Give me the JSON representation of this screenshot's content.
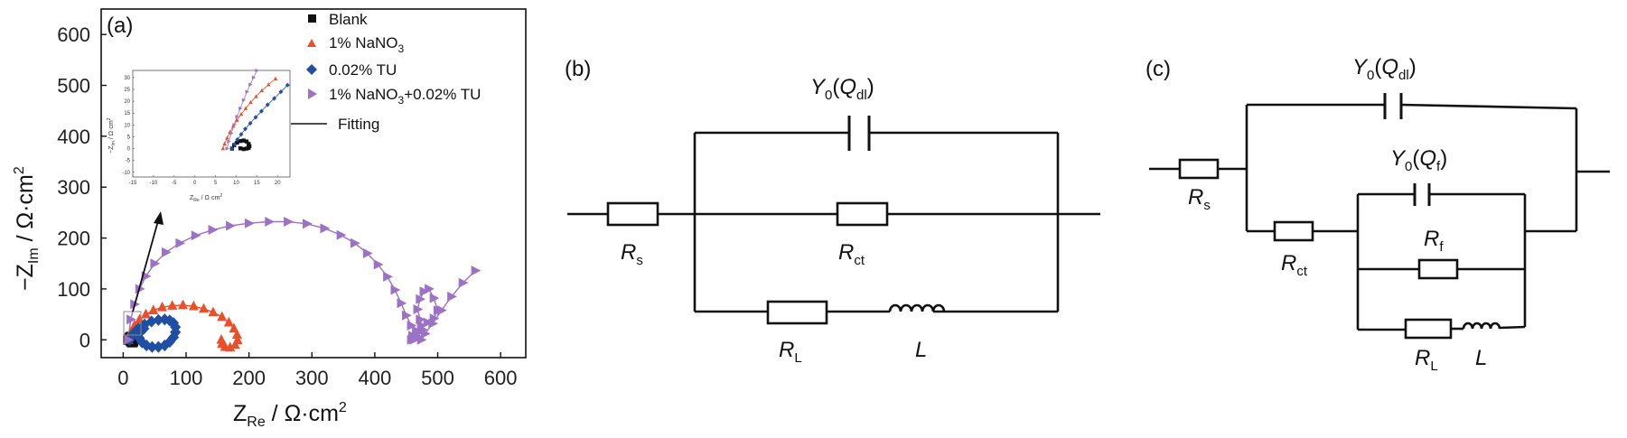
{
  "chart_data": {
    "type": "scatter",
    "panel_label": "(a)",
    "xlabel": "Z",
    "xlabel_sub": "Re",
    "xlabel_units": " / Ω·cm",
    "xlabel_sup": "2",
    "ylabel": "−Z",
    "ylabel_sub": "Im",
    "ylabel_units": " / Ω·cm",
    "ylabel_sup": "2",
    "xlim": [
      -35,
      640
    ],
    "ylim": [
      -35,
      650
    ],
    "xticks": [
      0,
      100,
      200,
      300,
      400,
      500,
      600
    ],
    "yticks": [
      0,
      100,
      200,
      300,
      400,
      500,
      600
    ],
    "legend_position": "top-right",
    "fit_label": "Fitting",
    "series": [
      {
        "name": "Blank",
        "marker": "square",
        "color": "#111111",
        "x": [
          8,
          10,
          12,
          14,
          15,
          16,
          16,
          15,
          14,
          12
        ],
        "y": [
          0,
          4,
          6,
          5,
          3,
          0,
          -3,
          -5,
          -5,
          -3
        ]
      },
      {
        "name_prefix": "1% NaNO",
        "name_sub": "3",
        "marker": "triangle",
        "color": "#e8502a",
        "x": [
          8,
          12,
          18,
          26,
          36,
          48,
          62,
          78,
          95,
          112,
          128,
          143,
          157,
          168,
          176,
          181,
          182,
          178,
          170,
          162,
          157,
          156
        ],
        "y": [
          0,
          14,
          28,
          40,
          50,
          58,
          64,
          67,
          68,
          66,
          61,
          54,
          45,
          34,
          22,
          10,
          -1,
          -10,
          -15,
          -14,
          -8,
          0
        ]
      },
      {
        "name": "0.02% TU",
        "marker": "diamond",
        "color": "#1f4ea3",
        "x": [
          10,
          16,
          24,
          34,
          45,
          56,
          66,
          74,
          80,
          83,
          83,
          80,
          74,
          66,
          56,
          46,
          37,
          30,
          26,
          24,
          27,
          33
        ],
        "y": [
          0,
          12,
          22,
          30,
          36,
          39,
          40,
          38,
          33,
          25,
          15,
          5,
          -4,
          -11,
          -14,
          -14,
          -11,
          -5,
          3,
          11,
          18,
          22
        ]
      },
      {
        "name_prefix": "1% NaNO",
        "name_sub": "3",
        "name_suffix": "+0.02% TU",
        "marker": "triangle-right",
        "color": "#9b72c4",
        "x": [
          8,
          12,
          18,
          26,
          36,
          50,
          68,
          90,
          115,
          142,
          170,
          200,
          232,
          262,
          292,
          320,
          346,
          368,
          388,
          405,
          420,
          432,
          442,
          450,
          458,
          466,
          474,
          476,
          472,
          468,
          472,
          478,
          486,
          494,
          500,
          494,
          484,
          474,
          466,
          460,
          458,
          462,
          470,
          480,
          492,
          506,
          522,
          540,
          560
        ],
        "y": [
          0,
          40,
          70,
          100,
          125,
          150,
          172,
          190,
          205,
          216,
          224,
          229,
          232,
          232,
          228,
          219,
          206,
          190,
          170,
          148,
          124,
          98,
          72,
          48,
          28,
          12,
          0,
          20,
          40,
          60,
          80,
          95,
          100,
          82,
          58,
          42,
          34,
          28,
          18,
          8,
          0,
          0,
          5,
          12,
          32,
          58,
          85,
          112,
          136
        ]
      }
    ],
    "inset": {
      "xlabel": "Z",
      "xlabel_sub": "Re",
      "xlabel_units": " / Ω·cm",
      "xlabel_sup": "2",
      "ylabel": "−Z",
      "ylabel_sub": "Im",
      "ylabel_units": " / Ω·cm",
      "ylabel_sup": "2",
      "xlim": [
        -15,
        23
      ],
      "ylim": [
        -12,
        33
      ],
      "xticks": [
        -15,
        -10,
        -5,
        0,
        5,
        10,
        15,
        20
      ],
      "yticks": [
        -10,
        -5,
        0,
        5,
        10,
        15,
        20,
        25,
        30
      ],
      "series": [
        {
          "marker": "square",
          "color": "#111111",
          "x": [
            9.0,
            9.5,
            10.2,
            11.0,
            11.8,
            12.5,
            13.0,
            13.2,
            13.0,
            12.5,
            11.8,
            11.0
          ],
          "y": [
            0,
            1.5,
            2.5,
            3.2,
            3.4,
            3.0,
            2.0,
            1.0,
            0.3,
            0.0,
            -0.2,
            0.1
          ]
        },
        {
          "marker": "triangle",
          "color": "#e8502a",
          "x": [
            6.8,
            7.2,
            7.8,
            8.5,
            9.3,
            10.2,
            11.2,
            12.3,
            13.5,
            14.8,
            16.2,
            17.8,
            19.5
          ],
          "y": [
            0,
            2,
            4.5,
            7,
            9.5,
            12,
            14.5,
            17,
            19.5,
            22,
            24.5,
            27,
            29.5
          ]
        },
        {
          "marker": "diamond",
          "color": "#1f4ea3",
          "x": [
            9.0,
            9.6,
            10.3,
            11.2,
            12.2,
            13.4,
            14.7,
            16.1,
            17.6,
            19.2,
            20.8,
            22.4
          ],
          "y": [
            0,
            1.8,
            3.8,
            6,
            8.3,
            10.7,
            13.2,
            15.8,
            18.5,
            21.2,
            24,
            26.8
          ]
        },
        {
          "marker": "triangle-right",
          "color": "#9b72c4",
          "x": [
            7.8,
            8.2,
            8.8,
            9.5,
            10.2,
            11.0,
            11.8,
            12.6,
            13.4,
            14.2,
            15.0
          ],
          "y": [
            0,
            3,
            6.5,
            10,
            13.5,
            17,
            20.5,
            24,
            27,
            30,
            33
          ]
        }
      ]
    }
  },
  "circuits": {
    "b": {
      "panel_label": "(b)",
      "Rs": {
        "main": "R",
        "sub": "s"
      },
      "Rct": {
        "main": "R",
        "sub": "ct"
      },
      "RL": {
        "main": "R",
        "sub": "L"
      },
      "L": "L",
      "Q": {
        "pre": "Y",
        "pre_sub": "0",
        "open": "(",
        "main": "Q",
        "sub": "dl",
        "close": ")"
      }
    },
    "c": {
      "panel_label": "(c)",
      "Rs": {
        "main": "R",
        "sub": "s"
      },
      "Rct": {
        "main": "R",
        "sub": "ct"
      },
      "Rf": {
        "main": "R",
        "sub": "f"
      },
      "RL": {
        "main": "R",
        "sub": "L"
      },
      "L": "L",
      "Qdl": {
        "pre": "Y",
        "pre_sub": "0",
        "open": "(",
        "main": "Q",
        "sub": "dl",
        "close": ")"
      },
      "Qf": {
        "pre": "Y",
        "pre_sub": "0",
        "open": "(",
        "main": "Q",
        "sub": "f",
        "close": ")"
      }
    }
  }
}
